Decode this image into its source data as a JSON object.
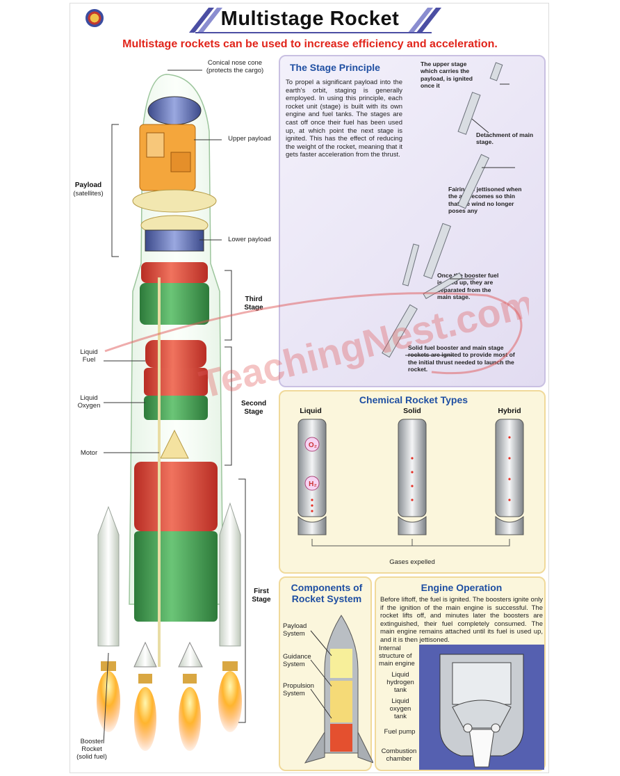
{
  "header": {
    "title": "Multistage Rocket",
    "subtitle": "Multistage rockets can be used to increase efficiency and acceleration."
  },
  "rocket_labels": {
    "nose_cone": "Conical nose cone\n(protects the cargo)",
    "upper_payload": "Upper payload",
    "lower_payload": "Lower payload",
    "payload_title": "Payload",
    "payload_sub": "(satellites)",
    "third_stage": "Third\nStage",
    "liquid_fuel": "Liquid\nFuel",
    "liquid_oxygen": "Liquid\nOxygen",
    "second_stage": "Second\nStage",
    "motor": "Motor",
    "first_stage": "First\nStage",
    "booster": "Booster Rocket\n(solid fuel)"
  },
  "stage_principle": {
    "title": "The Stage Principle",
    "body": "To propel a significant payload into the earth's orbit, staging is generally employed. In using this principle, each rocket unit (stage) is built with its own engine and fuel tanks. The stages are cast off once their fuel has been used up, at which point the next stage is ignited. This has the effect of reducing the weight of the rocket, meaning that it gets faster acceleration from the thrust.",
    "callout_upper": "The upper stage which carries the payload, is ignited once it",
    "callout_detach": "Detachment of main stage.",
    "callout_fairing": "Fairing is jettisoned when the air becomes so thin that the wind no longer poses any",
    "callout_booster": "Once the booster fuel is used up, they are separated from the main stage.",
    "callout_solid": "Solid fuel booster and main stage rockets are ignited to provide most of the initial thrust needed to launch the rocket."
  },
  "chemical_types": {
    "title": "Chemical Rocket Types",
    "types": [
      "Liquid",
      "Solid",
      "Hybrid"
    ],
    "o2": "O₂",
    "h2": "H₂",
    "gases": "Gases expelled"
  },
  "components": {
    "title": "Components of Rocket System",
    "items": [
      "Payload\nSystem",
      "Guidance\nSystem",
      "Propulsion\nSystem"
    ]
  },
  "engine": {
    "title": "Engine Operation",
    "body": "Before liftoff, the fuel is ignited. The boosters ignite only if the ignition of the main engine is successful. The rocket lifts off, and minutes later the boosters are extinguished, their fuel completely consumed. The main engine remains attached until its fuel is used up, and it is then jettisoned.",
    "labels": [
      "Internal\nstructure of\nmain engine",
      "Liquid\nhydrogen\ntank",
      "Liquid\noxygen\ntank",
      "Fuel pump",
      "Combustion\nchamber"
    ]
  },
  "watermark": "TeachingNest.com",
  "colors": {
    "title_red": "#e1251b",
    "panel_blue_title": "#1f4fa2",
    "stage_green": "#3f9a4d",
    "tank_red": "#e0493a",
    "panel_lilac": "#e6e0f3",
    "panel_cream": "#fbf6dc"
  }
}
